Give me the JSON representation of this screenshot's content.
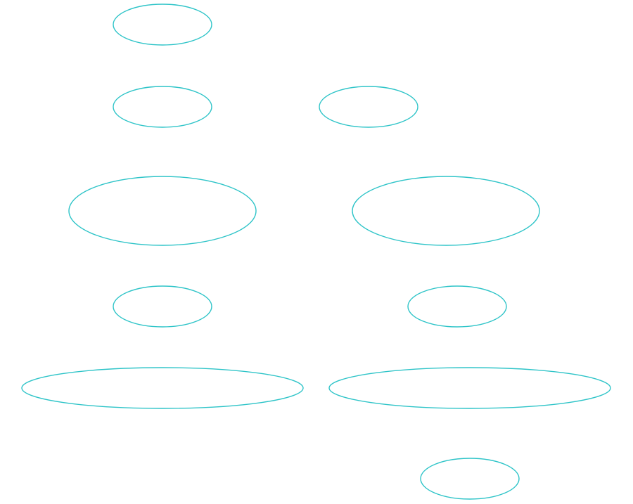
{
  "colors": {
    "background": "#ffffff",
    "node_stroke": "#2ec4c8"
  },
  "nodes": [
    {
      "id": "node-1",
      "label": ""
    },
    {
      "id": "node-2",
      "label": ""
    },
    {
      "id": "node-3",
      "label": ""
    },
    {
      "id": "node-4",
      "label": ""
    },
    {
      "id": "node-5",
      "label": ""
    },
    {
      "id": "node-6",
      "label": ""
    },
    {
      "id": "node-7",
      "label": ""
    },
    {
      "id": "node-8",
      "label": ""
    },
    {
      "id": "node-9",
      "label": ""
    },
    {
      "id": "node-10",
      "label": ""
    }
  ]
}
